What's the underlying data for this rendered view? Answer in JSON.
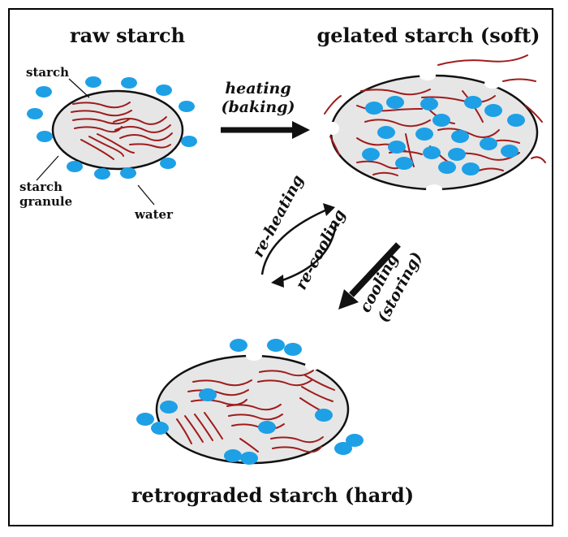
{
  "panels": {
    "raw": {
      "title": "raw starch",
      "label_starch": "starch",
      "label_granule_line1": "starch",
      "label_granule_line2": "granule",
      "label_water": "water"
    },
    "gelated": {
      "title": "gelated starch (soft)"
    },
    "retrograded": {
      "title": "retrograded starch (hard)"
    }
  },
  "arrows": {
    "heating_line1": "heating",
    "heating_line2": "(baking)",
    "reheating": "re-heating",
    "recooling": "re-cooling",
    "cooling_line1": "cooling",
    "cooling_line2": "(storing)"
  },
  "colors": {
    "water": "#1ea0e6",
    "starch_chain": "#a01c1c",
    "granule_fill": "#e6e6e6"
  }
}
